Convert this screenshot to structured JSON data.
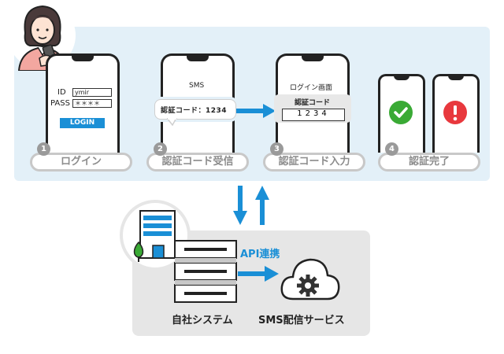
{
  "login": {
    "id_label": "ID",
    "id_value": "ymir",
    "pass_label": "PASS",
    "pass_value": "＊＊＊＊",
    "button_label": "LOGIN"
  },
  "sms": {
    "header": "SMS",
    "message": "認証コード：1234"
  },
  "code_entry": {
    "screen_title": "ログイン画面",
    "field_label": "認証コード",
    "code_value": "1234"
  },
  "steps": [
    {
      "number": "1",
      "label": "ログイン"
    },
    {
      "number": "2",
      "label": "認証コード受信"
    },
    {
      "number": "3",
      "label": "認証コード入力"
    },
    {
      "number": "4",
      "label": "認証完了"
    }
  ],
  "backend": {
    "own_system_label": "自社システム",
    "api_label": "API連携",
    "sms_service_label": "SMS配信サービス"
  },
  "colors": {
    "accent_blue": "#1a8fd6",
    "success_green": "#3aaa35",
    "error_red": "#e8383d",
    "panel_blue": "#e3f0f8",
    "panel_gray": "#e6e6e6"
  },
  "icons": [
    "user-avatar-icon",
    "checkmark-icon",
    "exclamation-icon",
    "building-icon",
    "tree-icon",
    "server-icon",
    "cloud-icon",
    "gear-icon"
  ]
}
